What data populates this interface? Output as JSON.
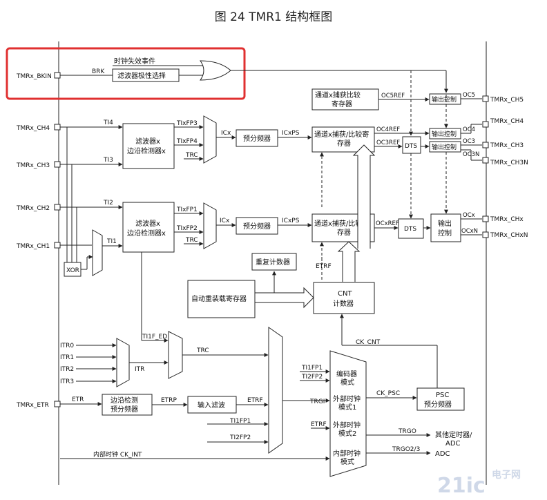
{
  "title": "图 24 TMR1 结构框图",
  "colors": {
    "line": "#222222",
    "highlight": "#e03030",
    "watermark": "#cfd8e8"
  },
  "pins": {
    "bkin": "TMRx_BKIN",
    "ch4_in": "TMRx_CH4",
    "ch3_in": "TMRx_CH3",
    "ch2_in": "TMRx_CH2",
    "ch1_in": "TMRx_CH1",
    "etr": "TMRx_ETR",
    "ch5_out": "TMRx_CH5",
    "ch4_out": "TMRx_CH4",
    "ch3_out": "TMRx_CH3",
    "ch3n_out": "TMRx_CH3N",
    "chx_out": "TMRx_CHx",
    "chxn_out": "TMRx_CHxN"
  },
  "blocks": {
    "brk_event": "时钟失效事件",
    "brk_label": "BRK",
    "brk_filter": "滤波器极性选择",
    "filter_edge_1": "滤波器x",
    "filter_edge_2": "边沿检测器x",
    "prescaler": "预分频器",
    "ch_capture_1": "通道x捕获/比较寄",
    "ch_capture_2": "存器",
    "ch_capture_top_1": "通道x捕获比较",
    "ch_capture_top_2": "寄存器",
    "output_ctrl": "输出控制",
    "output_ctrl_a": "输出",
    "output_ctrl_b": "控制",
    "dts": "DTS",
    "rep_counter": "重复计数器",
    "auto_reload": "自动重装载寄存器",
    "cnt_1": "CNT",
    "cnt_2": "计数器",
    "xor": "XOR",
    "edge_presc_1": "边沿检测",
    "edge_presc_2": "预分频器",
    "input_filter": "输入滤波",
    "encoder_1": "编码器",
    "encoder_2": "模式",
    "ext1_1": "外部时钟",
    "ext1_2": "模式1",
    "ext2_1": "外部时钟",
    "ext2_2": "模式2",
    "internal_1": "内部时钟",
    "internal_2": "模式",
    "psc_1": "PSC",
    "psc_2": "预分频器",
    "other_timer_1": "其他定时器/",
    "other_timer_2": "ADC",
    "adc": "ADC"
  },
  "signals": {
    "ti4": "TI4",
    "ti3": "TI3",
    "ti2": "TI2",
    "ti1": "TI1",
    "tixfp3": "TIxFP3",
    "tixfp4": "TIxFP4",
    "tixfp1": "TIxFP1",
    "tixfp2": "TIxFP2",
    "trc": "TRC",
    "icx": "ICx",
    "icxps": "ICxPS",
    "oc5ref": "OC5REF",
    "oc4ref": "OC4REF",
    "oc3ref": "OC3REF",
    "ocxref": "OCxREF",
    "oc5": "OC5",
    "oc4": "OC4",
    "oc3": "OC3",
    "oc3n": "OC3N",
    "ocx": "OCx",
    "ocxn": "OCxN",
    "etrf": "ETRF",
    "itr0": "ITR0",
    "itr1": "ITR1",
    "itr2": "ITR2",
    "itr3": "ITR3",
    "itr": "ITR",
    "ti1f_ed": "TI1F_ED",
    "etr": "ETR",
    "etrp": "ETRP",
    "ti1fp1": "TI1FP1",
    "ti1fp2": "TI2FP2",
    "ti1fp1_b": "TI1FP1",
    "ti2fp2_b": "TI2FP2",
    "trgi": "TRGI",
    "ck_psc": "CK_PSC",
    "ck_cnt": "CK_CNT",
    "trgo": "TRGO",
    "trgo23": "TRGO2/3",
    "ck_int": "内部时钟 CK_INT"
  },
  "watermark": {
    "brand": "21ic",
    "cn": "电子网"
  }
}
